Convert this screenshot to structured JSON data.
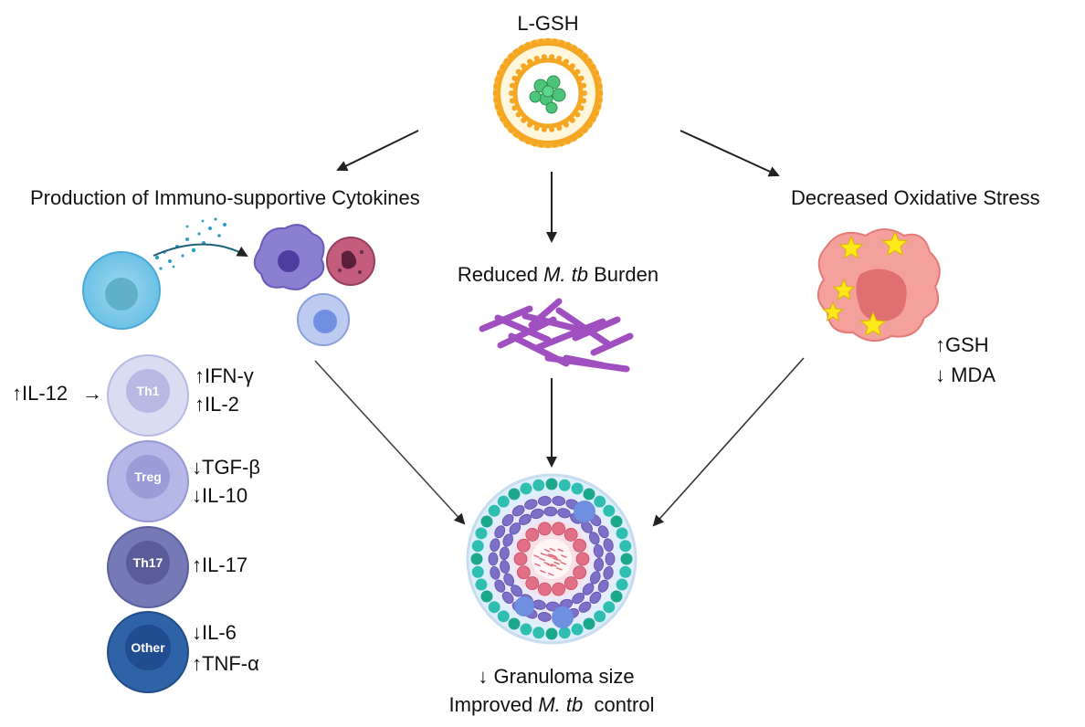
{
  "top": {
    "title": "L-GSH"
  },
  "left": {
    "heading": "Production of Immuno-supportive Cytokines",
    "il12": "↑IL-12",
    "il12_arrow": "→",
    "tcells": [
      {
        "name": "Th1",
        "lines": [
          "↑IFN-γ",
          "↑IL-2"
        ]
      },
      {
        "name": "Treg",
        "lines": [
          "↓TGF-β",
          "↓IL-10"
        ]
      },
      {
        "name": "Th17",
        "lines": [
          "↑IL-17"
        ]
      },
      {
        "name": "Other",
        "lines": [
          "↓IL-6",
          "↑TNF-α"
        ]
      }
    ]
  },
  "middle": {
    "burden_pre": "Reduced ",
    "burden_italic": "M. tb",
    "burden_post": " Burden"
  },
  "right": {
    "heading": "Decreased Oxidative Stress",
    "line1": "↑GSH",
    "line2": "↓ MDA"
  },
  "bottom": {
    "line1": "↓ Granuloma size",
    "line2_pre": "Improved ",
    "line2_italic": "M. tb",
    "line2_post": "  control"
  },
  "colors": {
    "liposome": "#f5a623",
    "drug": "#4cc47a",
    "arrow": "#222222",
    "bacteria": "#a04fc0",
    "stressed_cell": "#f4908e",
    "star": "#ffe81a"
  }
}
